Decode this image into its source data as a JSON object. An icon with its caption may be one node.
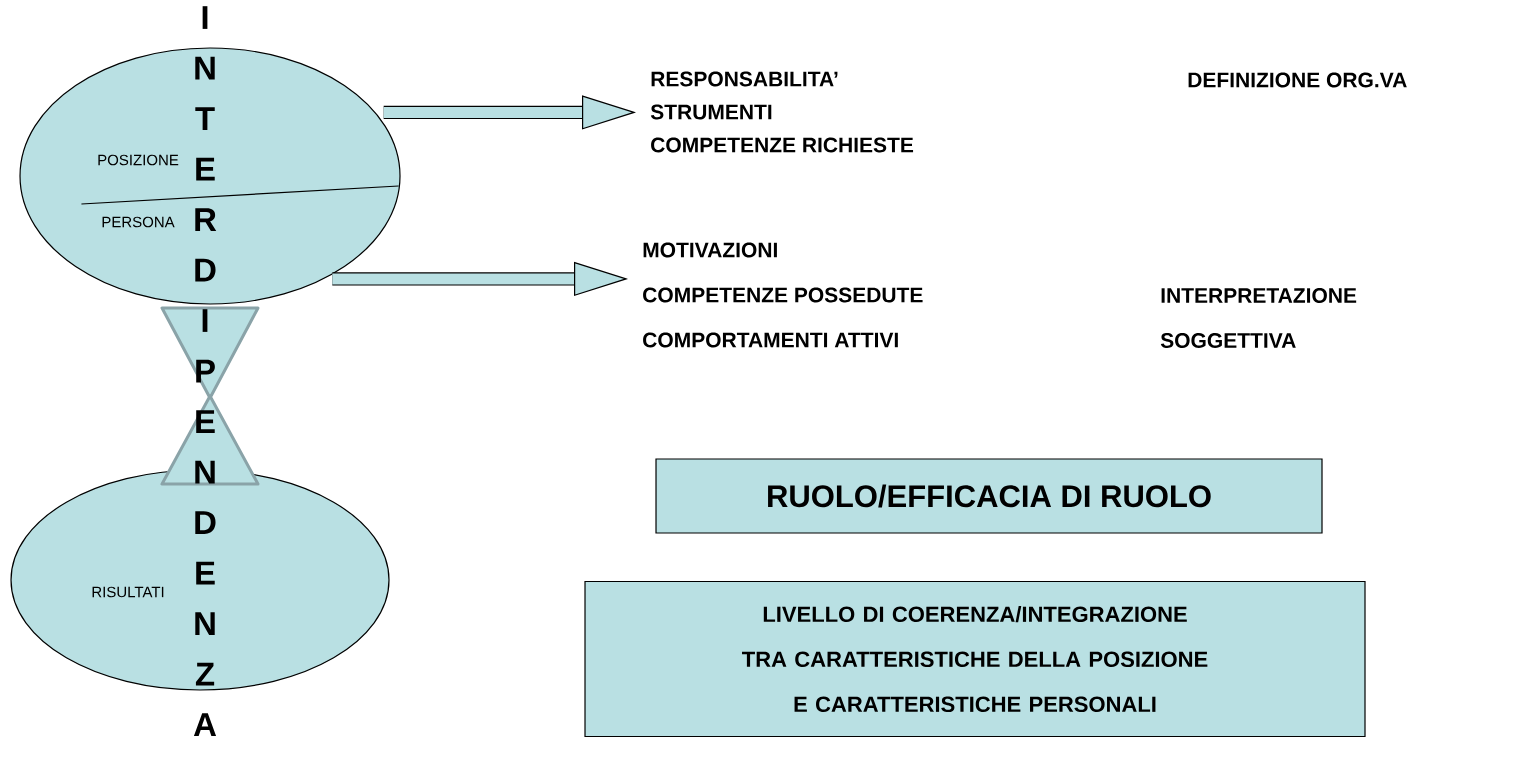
{
  "diagram": {
    "nodes": [
      {
        "text": [
          "POSIZIONE",
          "PERSONA"
        ]
      },
      {
        "text": [
          "RISULTATI"
        ]
      },
      {
        "text": [
          "RESPONSABILITA’",
          "STRUMENTI",
          "COMPETENZE RICHIESTE"
        ]
      },
      {
        "text": [
          "MOTIVAZIONI",
          "COMPETENZE POSSEDUTE",
          "COMPORTAMENTI ATTIVI"
        ]
      },
      {
        "text": [
          "RUOLO/EFFICACIA DI RUOLO"
        ]
      },
      {
        "text": [
          "LIVELLO DI COERENZA/INTEGRAZIONE TRA CARATTERISTICHE DELLA POSIZIONE E CARATTERISTICHE PERSONALI"
        ]
      }
    ],
    "edges": [
      {
        "from": 0,
        "to": 2,
        "arrow": "to"
      },
      {
        "from": 0,
        "to": 3,
        "arrow": "to"
      }
    ],
    "labels": [
      "INTERDIPENDENZA",
      "DEFINIZIONE ORG.VA",
      "INTERPRETAZIONE SOGGETTIVA"
    ]
  }
}
